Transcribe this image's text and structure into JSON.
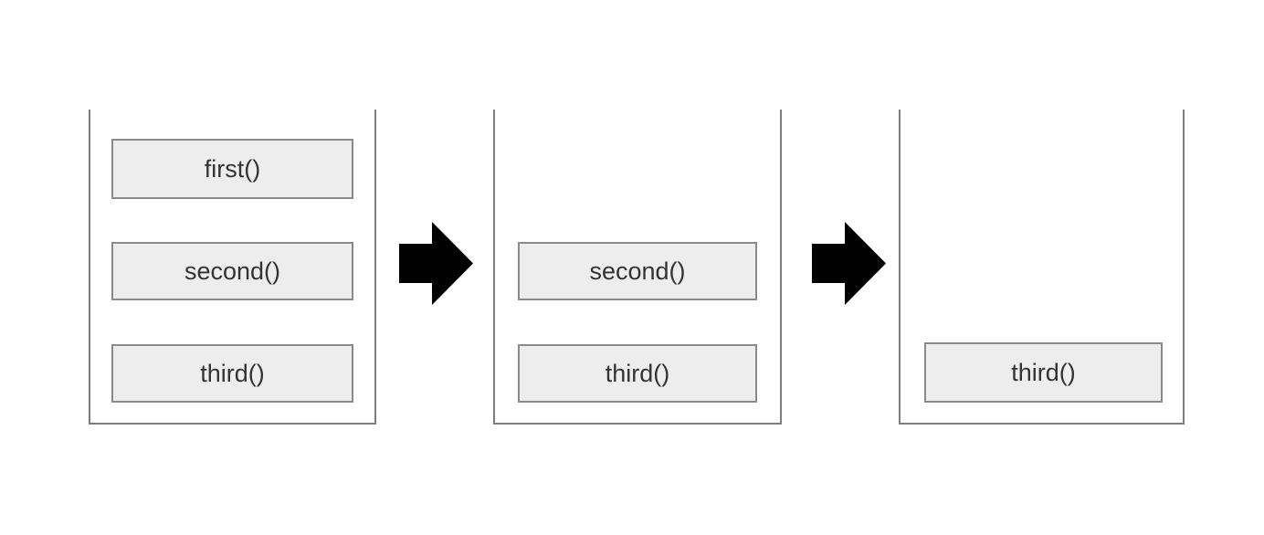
{
  "diagram": {
    "title": "call-stack-pop-sequence",
    "colors": {
      "frame_fill": "#ededed",
      "frame_border": "#8a8a8a",
      "container_border": "#7d7d7d",
      "arrow_fill": "#000000",
      "text": "#333333",
      "background": "#ffffff"
    },
    "stages": [
      {
        "name": "stage-1",
        "frames": [
          {
            "label": "first()",
            "slot": "top"
          },
          {
            "label": "second()",
            "slot": "middle"
          },
          {
            "label": "third()",
            "slot": "bottom"
          }
        ]
      },
      {
        "name": "stage-2",
        "frames": [
          {
            "label": "second()",
            "slot": "middle"
          },
          {
            "label": "third()",
            "slot": "bottom"
          }
        ]
      },
      {
        "name": "stage-3",
        "frames": [
          {
            "label": "third()",
            "slot": "bottom"
          }
        ]
      }
    ],
    "arrows": [
      {
        "name": "arrow-stage-1-to-2",
        "direction": "right"
      },
      {
        "name": "arrow-stage-2-to-3",
        "direction": "right"
      }
    ]
  }
}
